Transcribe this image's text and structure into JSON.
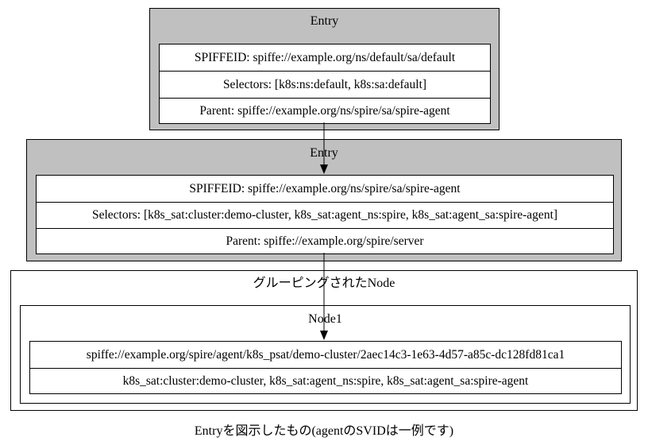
{
  "entry1": {
    "title": "Entry",
    "spiffeid": "SPIFFEID: spiffe://example.org/ns/default/sa/default",
    "selectors": "Selectors: [k8s:ns:default, k8s:sa:default]",
    "parent": "Parent: spiffe://example.org/ns/spire/sa/spire-agent"
  },
  "entry2": {
    "title": "Entry",
    "spiffeid": "SPIFFEID: spiffe://example.org/ns/spire/sa/spire-agent",
    "selectors": "Selectors: [k8s_sat:cluster:demo-cluster, k8s_sat:agent_ns:spire, k8s_sat:agent_sa:spire-agent]",
    "parent": "Parent: spiffe://example.org/spire/server"
  },
  "grouped": {
    "title": "グルーピングされたNode",
    "node": {
      "title": "Node1",
      "id": "spiffe://example.org/spire/agent/k8s_psat/demo-cluster/2aec14c3-1e63-4d57-a85c-dc128fd81ca1",
      "selectors": "k8s_sat:cluster:demo-cluster, k8s_sat:agent_ns:spire, k8s_sat:agent_sa:spire-agent"
    }
  },
  "caption": "Entryを図示したもの(agentのSVIDは一例です)"
}
